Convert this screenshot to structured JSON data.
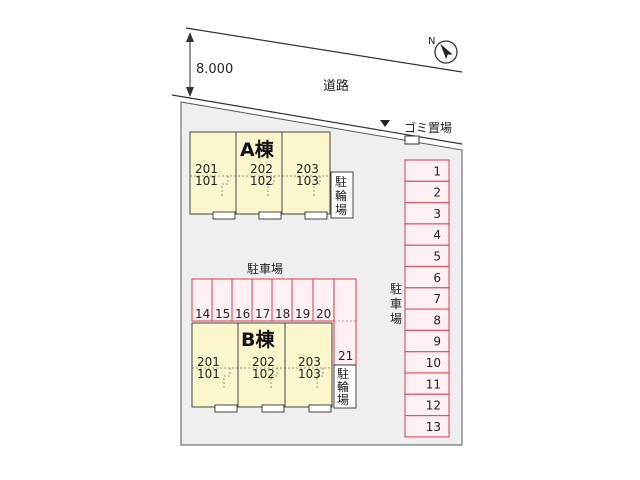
{
  "road": {
    "width_label": "8.000",
    "label": "道路"
  },
  "garbage": {
    "label": "ゴミ置場"
  },
  "compass": {
    "north_label": "N"
  },
  "building_a": {
    "name": "A棟",
    "units": [
      {
        "upper": "201",
        "lower": "101"
      },
      {
        "upper": "202",
        "lower": "102"
      },
      {
        "upper": "203",
        "lower": "103"
      }
    ],
    "bike_parking": [
      "駐",
      "輪",
      "場"
    ]
  },
  "building_b": {
    "name": "B棟",
    "units": [
      {
        "upper": "201",
        "lower": "101"
      },
      {
        "upper": "202",
        "lower": "102"
      },
      {
        "upper": "203",
        "lower": "103"
      }
    ],
    "bike_parking": [
      "駐",
      "輪",
      "場"
    ]
  },
  "parking_center": {
    "label": "駐車場",
    "spaces": [
      "14",
      "15",
      "16",
      "17",
      "18",
      "19",
      "20"
    ],
    "extra_space": "21"
  },
  "parking_right": {
    "label": [
      "駐",
      "車",
      "場"
    ],
    "spaces": [
      "1",
      "2",
      "3",
      "4",
      "5",
      "6",
      "7",
      "8",
      "9",
      "10",
      "11",
      "12",
      "13"
    ]
  },
  "colors": {
    "lot": "#efefef",
    "building": "#fbf6cc",
    "parking_line": "#e0576b",
    "parking_fill": "#fff0f2",
    "outline": "#333333"
  }
}
